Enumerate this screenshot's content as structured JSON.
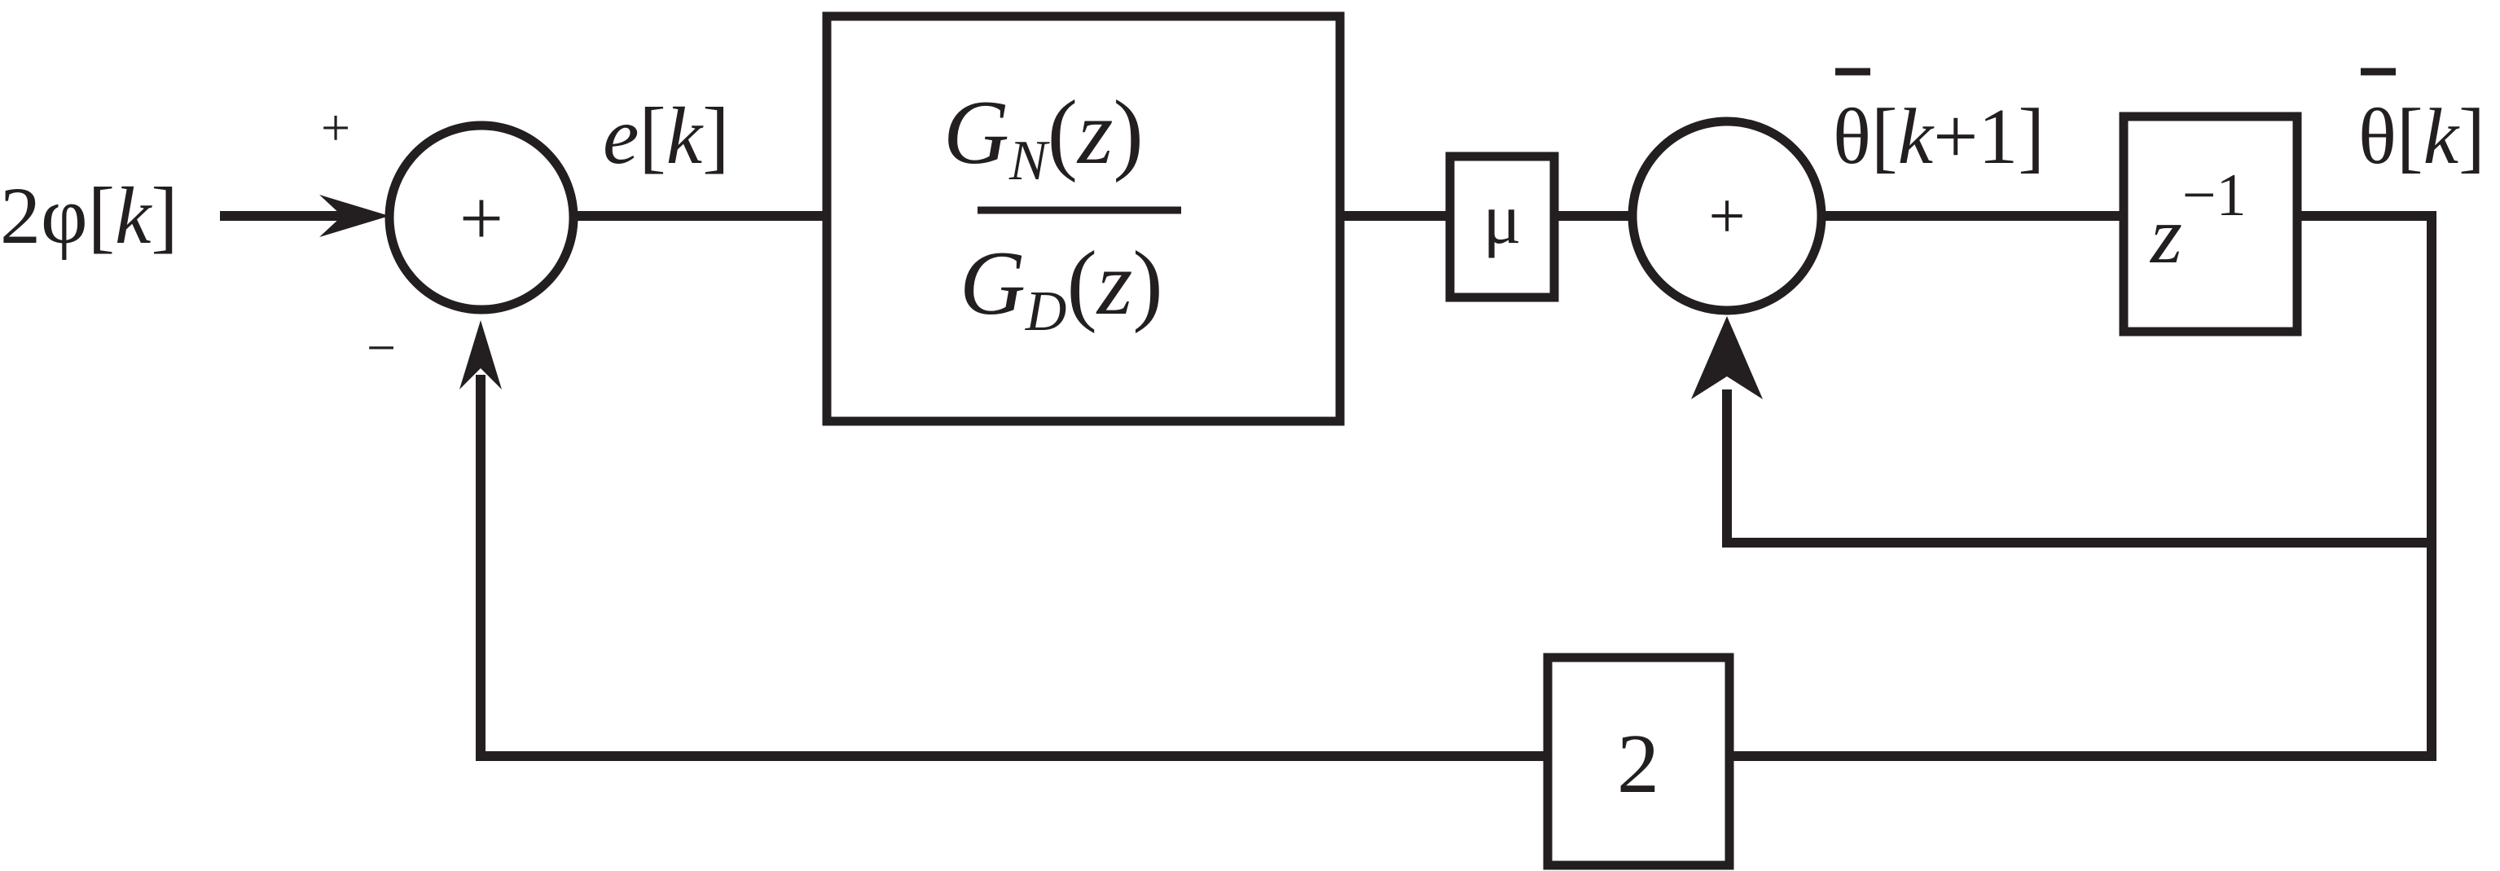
{
  "colors": {
    "ink": "#231f20",
    "background": "#ffffff"
  },
  "input": {
    "coef": "2",
    "symbol": "φ",
    "bracket_open": "[",
    "var": "k",
    "bracket_close": "]"
  },
  "summer1": {
    "sign": "+",
    "sign_top": "+",
    "sign_bottom": "−"
  },
  "error": {
    "symbol": "e",
    "bracket_open": "[",
    "var": "k",
    "bracket_close": "]"
  },
  "filter": {
    "numerator": {
      "G": "G",
      "sub": "N",
      "open": "(",
      "arg": "z",
      "close": ")"
    },
    "denominator": {
      "G": "G",
      "sub": "D",
      "open": "(",
      "arg": "z",
      "close": ")"
    }
  },
  "gain_mu": "μ",
  "summer2": {
    "sign": "+"
  },
  "theta_next": {
    "symbol": "θ",
    "bracket_open": "[",
    "var": "k",
    "plus": "+",
    "one": "1",
    "bracket_close": "]"
  },
  "delay": {
    "z": "z",
    "exp": "−1"
  },
  "theta_out": {
    "symbol": "θ",
    "bracket_open": "[",
    "var": "k",
    "bracket_close": "]"
  },
  "feedback_gain": "2"
}
